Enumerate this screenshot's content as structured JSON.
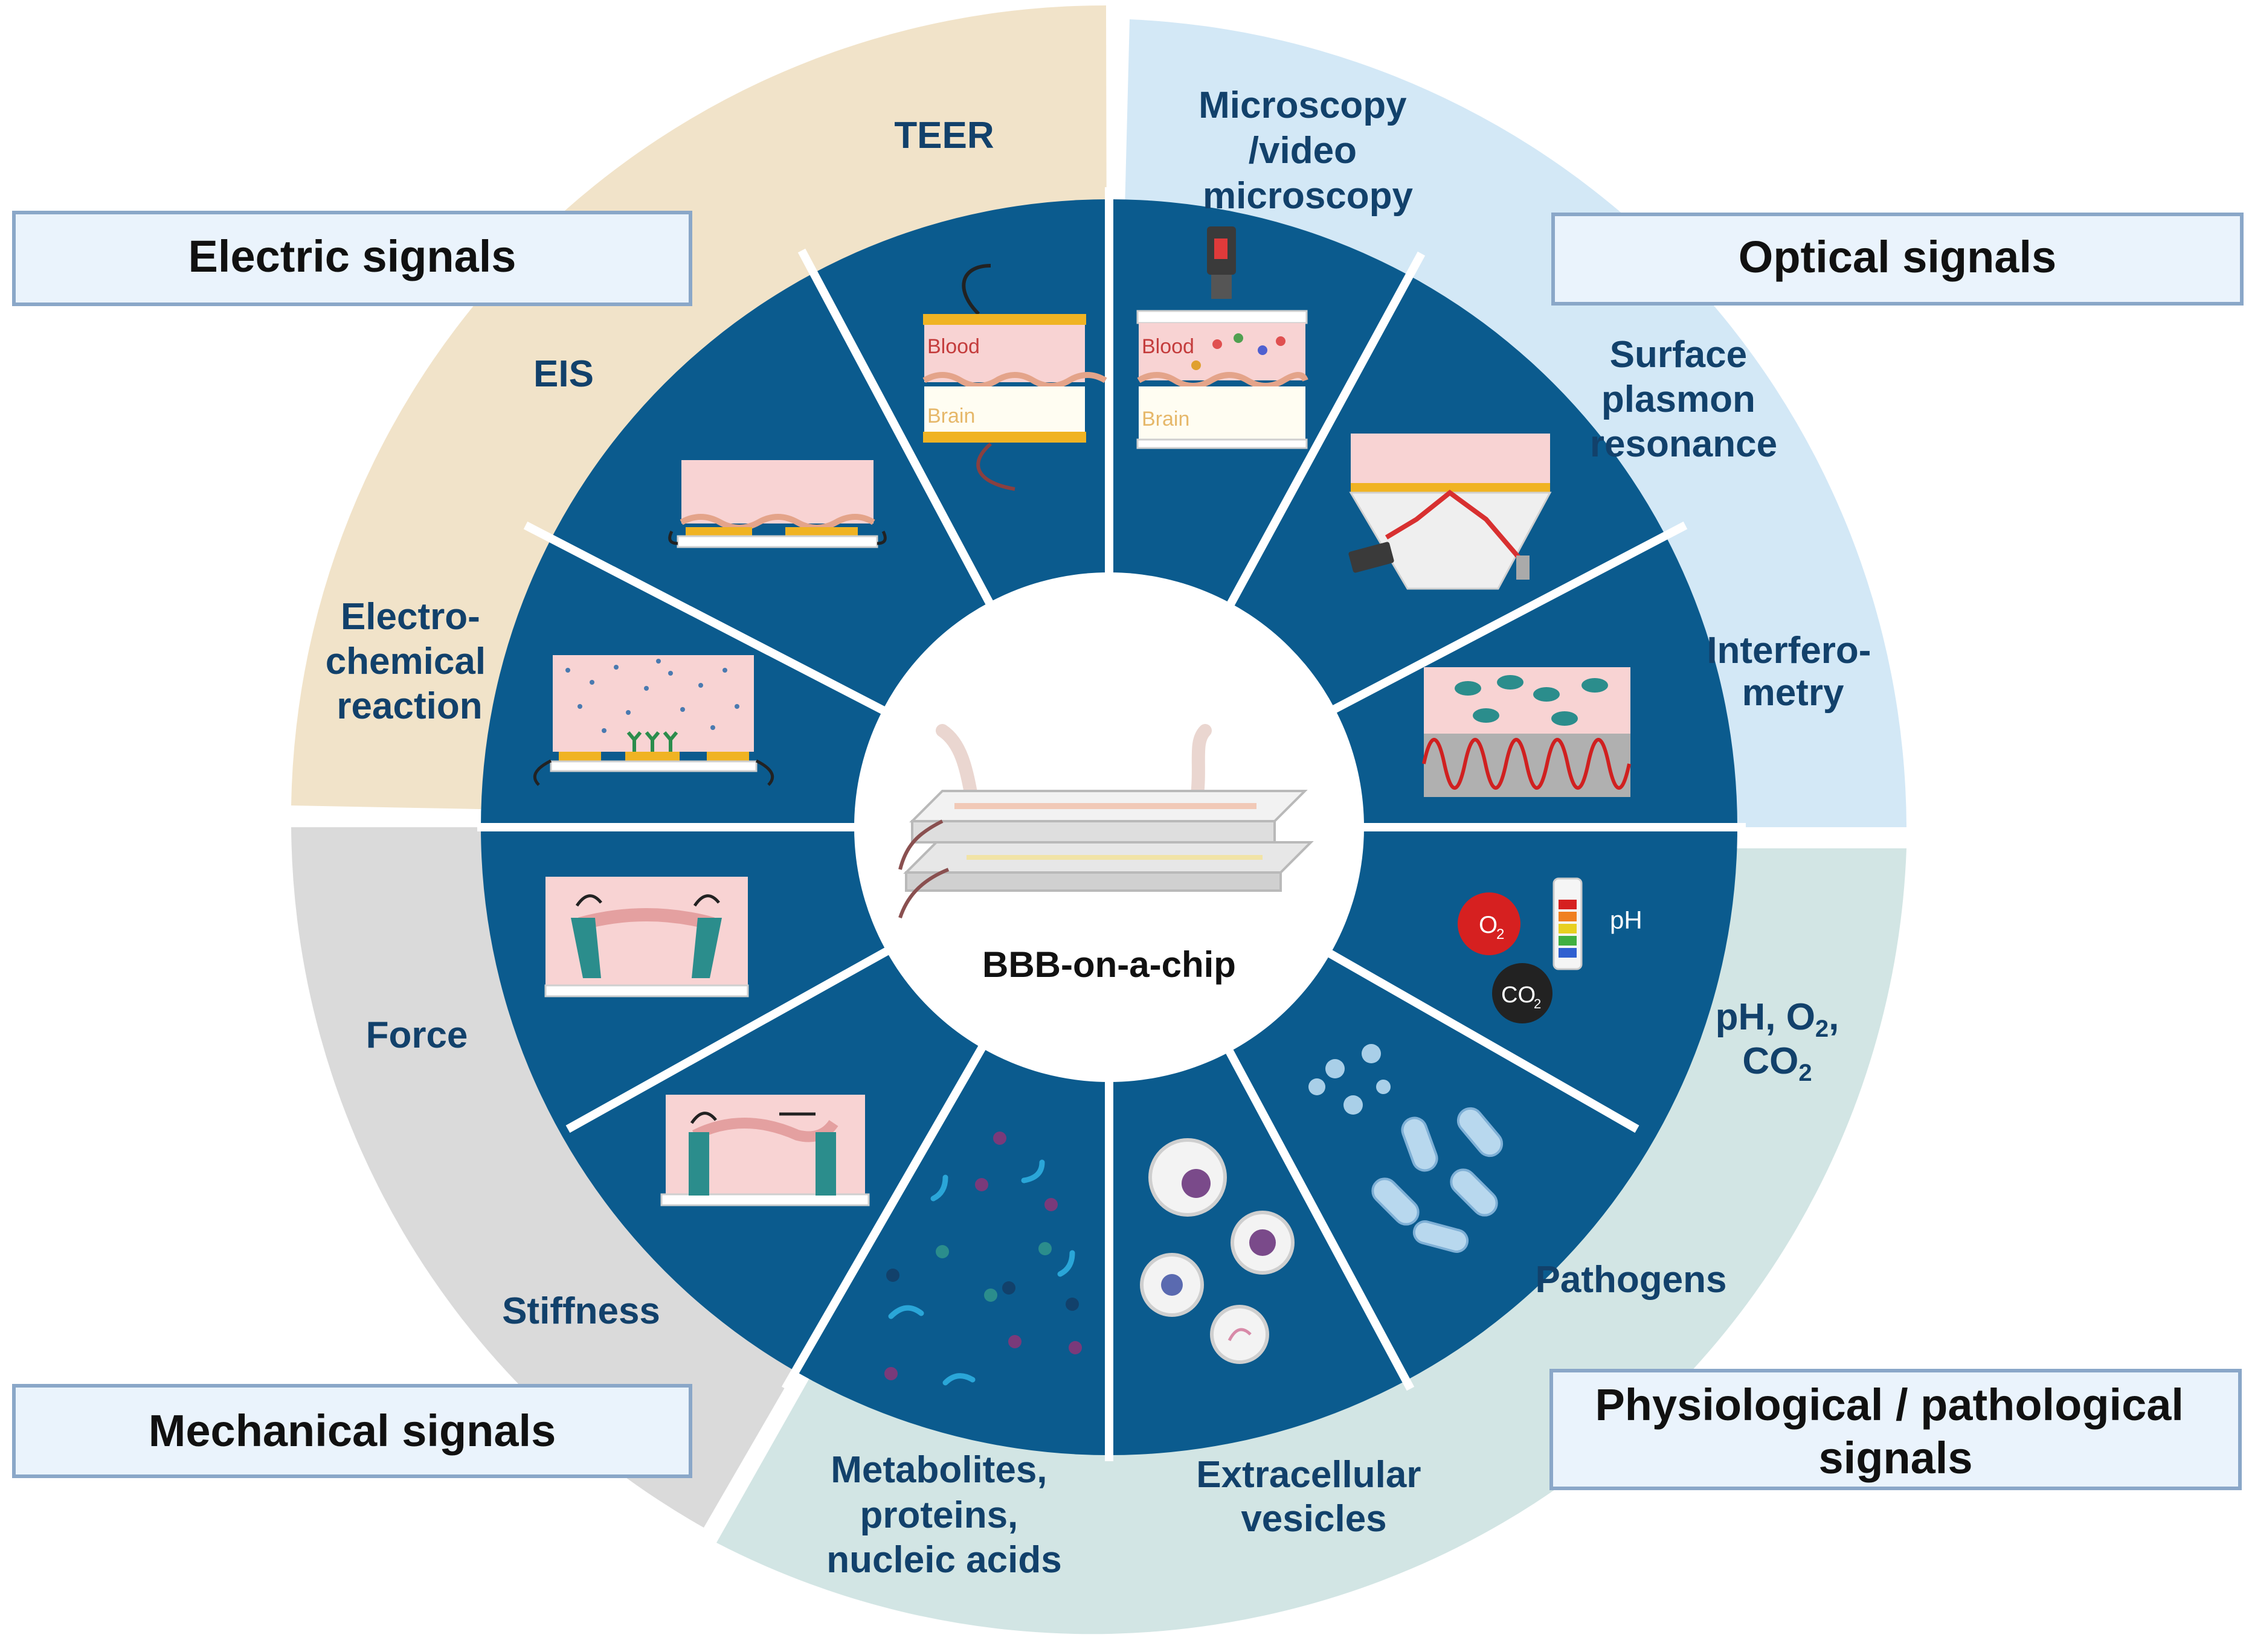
{
  "center": {
    "label": "BBB-on-a-chip"
  },
  "categories": {
    "electric": {
      "title": "Electric signals",
      "color": "#f1e3c9"
    },
    "optical": {
      "title": "Optical signals",
      "color": "#d3e8f6"
    },
    "mechanical": {
      "title": "Mechanical signals",
      "color": "#dadada"
    },
    "physiological": {
      "title_line1": "Physiological / pathological",
      "title_line2": "signals",
      "color": "#d2e5e4"
    }
  },
  "methods": {
    "teer": "TEER",
    "eis": "EIS",
    "electrochemical": [
      "Electro-",
      "chemical",
      "reaction"
    ],
    "microscopy": [
      "Microscopy",
      "/video",
      "microscopy"
    ],
    "spr": [
      "Surface",
      "plasmon",
      "resonance"
    ],
    "interferometry": [
      "Interfero-",
      "metry"
    ],
    "ph_gases": {
      "line1": "pH, O",
      "line1_sub": "2",
      "line1_tail": ",",
      "line2": "CO",
      "line2_sub": "2"
    },
    "pathogens": "Pathogens",
    "vesicles": [
      "Extracellular",
      "vesicles"
    ],
    "metabolites": [
      "Metabolites,",
      "proteins,",
      "nucleic acids"
    ],
    "stiffness": "Stiffness",
    "force": "Force"
  },
  "icon_labels": {
    "blood": "Blood",
    "brain": "Brain",
    "o2": "O",
    "o2_sub": "2",
    "co2": "CO",
    "co2_sub": "2",
    "ph": "pH"
  },
  "colors": {
    "ring_dark": "#0b5b8e",
    "label_blue": "#12416b",
    "box_fill": "#eaf3fc",
    "box_stroke": "#8aa7c8",
    "tissue_pink": "#f8d3d3",
    "electrode_yellow": "#f0b323",
    "teal_cell": "#2b8d8c"
  }
}
